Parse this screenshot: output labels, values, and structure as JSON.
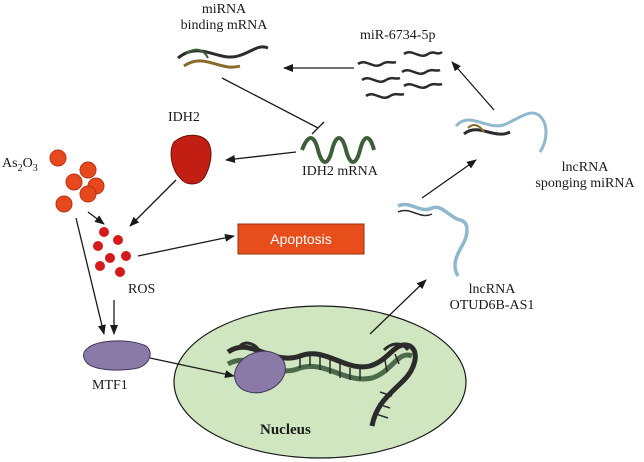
{
  "labels": {
    "mirna_binding_line1": "miRNA",
    "mirna_binding_line2": "binding mRNA",
    "mir6734": "miR-6734-5p",
    "idh2": "IDH2",
    "idh2_mrna": "IDH2 mRNA",
    "as2o3_base1": "As",
    "as2o3_sub1": "2",
    "as2o3_base2": "O",
    "as2o3_sub2": "3",
    "apoptosis": "Apoptosis",
    "ros": "ROS",
    "lncrna_sponging_line1": "lncRNA",
    "lncrna_sponging_line2": "sponging miRNA",
    "lncrna_otud_line1": "lncRNA",
    "lncrna_otud_line2": "OTUD6B-AS1",
    "mtf1": "MTF1",
    "nucleus": "Nucleus"
  },
  "colors": {
    "as2o3_circle": "#e8481e",
    "ros_dot": "#d41a1a",
    "apoptosis_box": "#e84e1b",
    "nucleus_fill": "#cfe6c0",
    "mtf1_fill": "#8a7aa8",
    "dna_dark": "#2b2b2b",
    "mrna_green": "#3f5f3a",
    "lncrna_blue": "#8fb8cc",
    "idh2_red": "#c21e14"
  }
}
